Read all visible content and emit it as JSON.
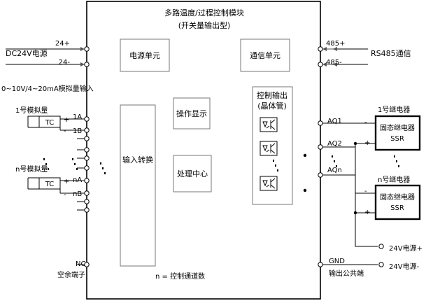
{
  "title": {
    "line1": "多路温度/过程控制模块",
    "line2": "(开关量输出型)"
  },
  "power": {
    "label": "DC24V电源",
    "plus": "24+",
    "minus": "24-",
    "unit": "电源单元"
  },
  "comm": {
    "label": "RS485通信",
    "plus": "485+",
    "minus": "485-",
    "unit": "通信单元"
  },
  "analog": {
    "header": "0~10V/4~20mA模拟量输入",
    "ch1": {
      "name": "1号模拟量",
      "a": "1A",
      "b": "1B",
      "sensor": "TC",
      "plus": "+",
      "minus": "-"
    },
    "chn": {
      "name": "n号模拟量",
      "a": "nA",
      "b": "nB",
      "sensor": "TC",
      "plus": "+",
      "minus": "-"
    }
  },
  "blocks": {
    "input": "输入转换",
    "display": "操作显示",
    "cpu": "处理中心",
    "output_line1": "控制输出",
    "output_line2": "(晶体管)"
  },
  "outputs": {
    "aq1": "AQ1",
    "aq2": "AQ2",
    "aqn": "AQn",
    "gnd": "GND",
    "gnd_label": "输出公共端"
  },
  "relays": {
    "r1": {
      "title": "1号继电器",
      "line1": "固态继电器",
      "line2": "SSR",
      "minus": "-",
      "plus": "+"
    },
    "rn": {
      "title": "n号继电器",
      "line1": "固态继电器",
      "line2": "SSR",
      "minus": "-",
      "plus": "+"
    }
  },
  "supply": {
    "plus": "24V电源+",
    "minus": "24V电源-"
  },
  "nc": {
    "code": "NC",
    "label": "空余端子"
  },
  "footnote": "n = 控制通道数"
}
